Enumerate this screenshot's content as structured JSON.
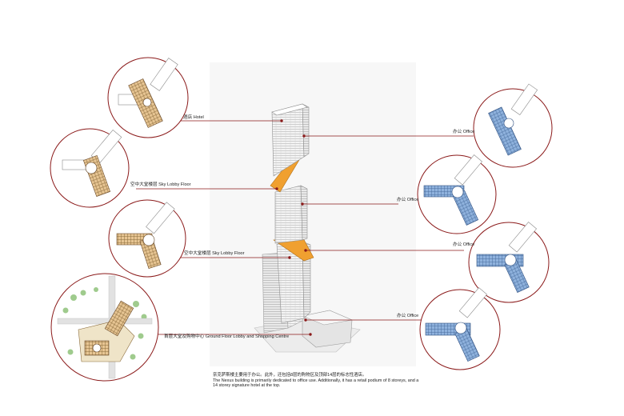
{
  "labels": {
    "hotel": "酒店  Hotel",
    "sky_lobby_1": "空中大堂楼层  Sky Lobby Floor",
    "sky_lobby_2": "空中大堂楼层  Sky Lobby Floor",
    "ground": "首层大堂及购物中心  Ground Floor Lobby and Shopping Centre",
    "office_1": "办公  Office",
    "office_2": "办公  Office",
    "office_3": "办公  Office",
    "office_4": "办公  Office"
  },
  "caption": {
    "line_cn": "奈克萨斯楼主要用于办公。此外，还包括8层的购物区及顶部14层的标志性酒店。",
    "line_en_1": "The Nexus building is primarily dedicated to office use. Additionally, it has a retail podium of 8 storeys, and a",
    "line_en_2": "14 storey signature hotel at the top."
  },
  "colors": {
    "callout_line": "#8b1a1a",
    "circle_stroke": "#8b1a1a",
    "sky_lobby_accent": "#f0a030",
    "office_plan": "#7fa6d6",
    "hotel_plan": "#e6c08a"
  }
}
